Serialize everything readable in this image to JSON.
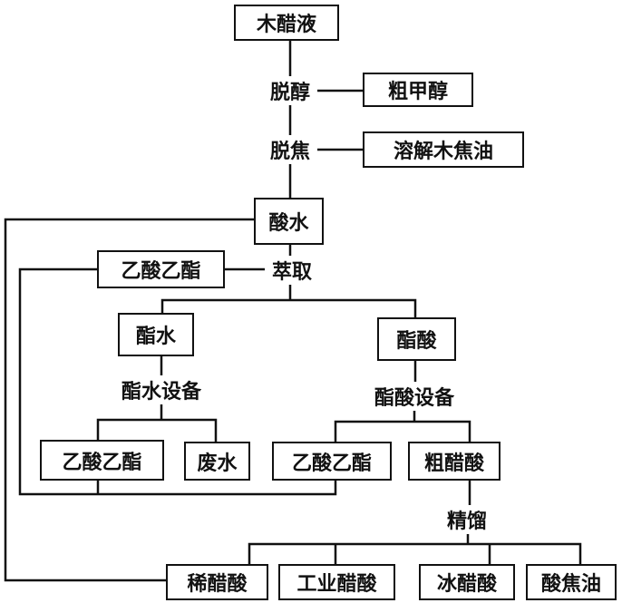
{
  "nodes": {
    "wood_vinegar": "木醋液",
    "dealcohol": "脱醇",
    "crude_methanol": "粗甲醇",
    "detar": "脱焦",
    "dissolved_tar": "溶解木焦油",
    "acid_water": "酸水",
    "ethyl_acetate_1": "乙酸乙酯",
    "extraction": "萃取",
    "ester_water": "酯水",
    "ester_acid": "酯酸",
    "ester_water_equipment": "酯水设备",
    "ester_acid_equipment": "酯酸设备",
    "ethyl_acetate_2": "乙酸乙酯",
    "waste_water": "废水",
    "ethyl_acetate_3": "乙酸乙酯",
    "crude_acetic_acid": "粗醋酸",
    "rectification": "精馏",
    "dilute_acetic_acid": "稀醋酸",
    "industrial_acetic_acid": "工业醋酸",
    "glacial_acetic_acid": "冰醋酸",
    "acid_tar": "酸焦油"
  }
}
